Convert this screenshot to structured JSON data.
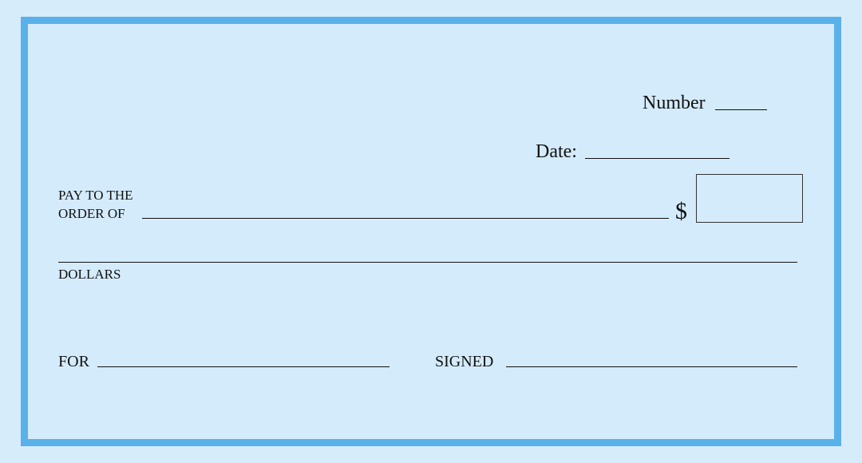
{
  "check": {
    "number_label": "Number",
    "date_label": "Date:",
    "pay_to_line1": "PAY TO THE",
    "pay_to_line2": "ORDER OF",
    "currency_symbol": "$",
    "dollars_label": "DOLLARS",
    "for_label": "FOR",
    "signed_label": "SIGNED"
  },
  "colors": {
    "background": "#d6ecfb",
    "border": "#5ab1ea"
  }
}
